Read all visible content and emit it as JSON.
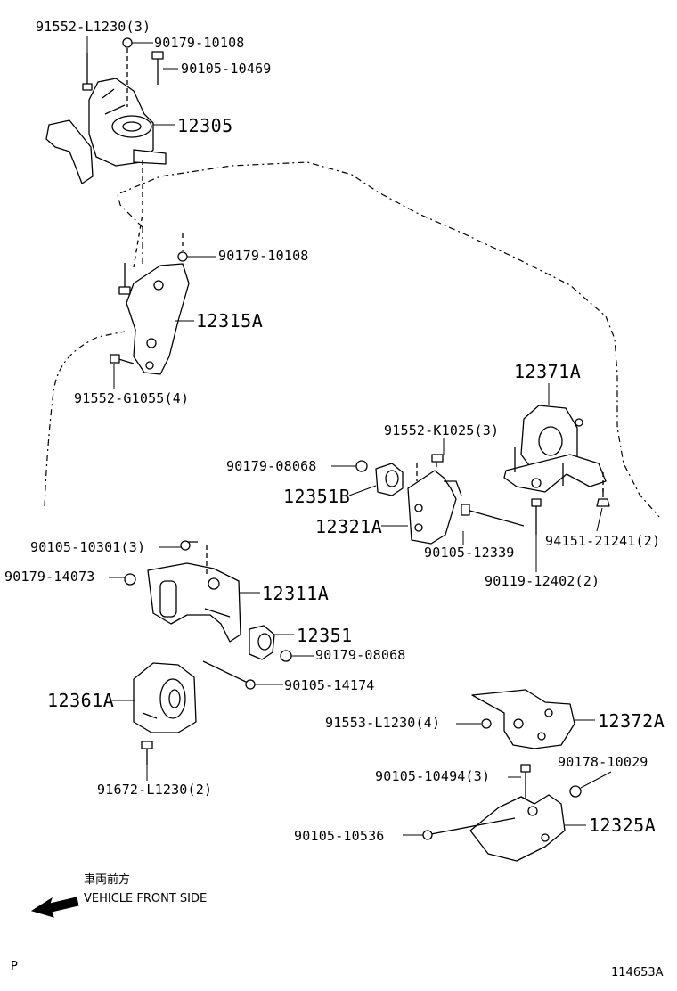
{
  "labels": {
    "p91552_L1230_3": "91552-L1230(3)",
    "p90179_10108_a": "90179-10108",
    "p90105_10469": "90105-10469",
    "p12305": "12305",
    "p90179_10108_b": "90179-10108",
    "p12315A": "12315A",
    "p91552_G1055_4": "91552-G1055(4)",
    "p12371A": "12371A",
    "p91552_K1025_3": "91552-K1025(3)",
    "p90179_08068_a": "90179-08068",
    "p12351B": "12351B",
    "p12321A": "12321A",
    "p90105_12339": "90105-12339",
    "p94151_21241_2": "94151-21241(2)",
    "p90119_12402_2": "90119-12402(2)",
    "p90105_10301_3": "90105-10301(3)",
    "p90179_14073": "90179-14073",
    "p12311A": "12311A",
    "p12351": "12351",
    "p90179_08068_b": "90179-08068",
    "p90105_14174": "90105-14174",
    "p12361A": "12361A",
    "p91553_L1230_4": "91553-L1230(4)",
    "p12372A": "12372A",
    "p91672_L1230_2": "91672-L1230(2)",
    "p90105_10494_3": "90105-10494(3)",
    "p90178_10029": "90178-10029",
    "p90105_10536": "90105-10536",
    "p12325A": "12325A"
  },
  "front_note": {
    "japanese": "車両前方",
    "english": "VEHICLE FRONT SIDE"
  },
  "corner_mark": "P",
  "figure_id": "114653A",
  "icons": {
    "direction": "front-arrow-icon"
  }
}
